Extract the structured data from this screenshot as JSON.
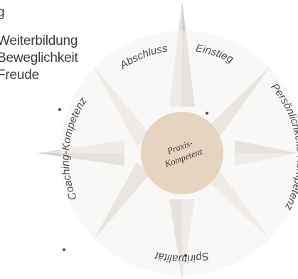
{
  "side_texts": [
    "Weiterbildung",
    "Beweglichkeit",
    "Freude"
  ],
  "ring_labels": {
    "abschluss": "Abschluss",
    "einstieg": "Einstieg",
    "persoenlichkeit": "Persönlichkeits-Kompetenz",
    "spiritualitaet": "Spiritualität",
    "coaching": "Coaching-Kompetenz"
  },
  "center": {
    "line1": "Praxis-",
    "line2": "Kompetenz"
  },
  "colors": {
    "star_light": "#e2dfdb",
    "star_dark": "#cfccc7",
    "ring_fill": "#f3f1ee",
    "center_fill": "#e6d4c1",
    "text": "#3c3c3c"
  }
}
